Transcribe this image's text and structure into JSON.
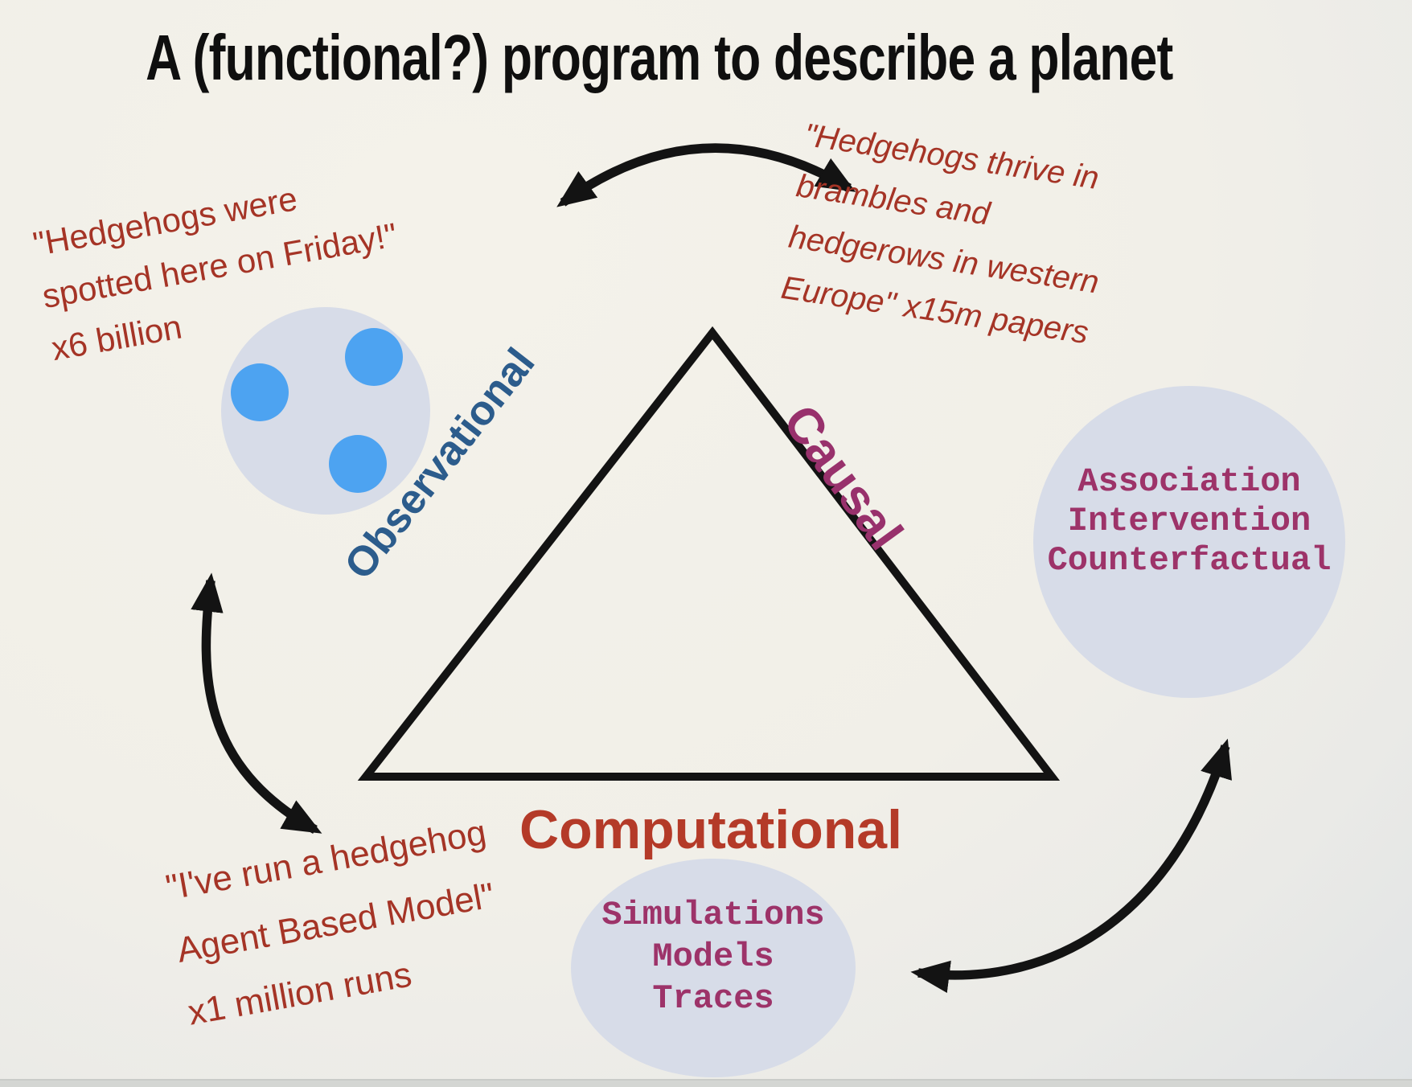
{
  "slide": {
    "title": "A (functional?) program to describe a planet"
  },
  "triangle": {
    "left_label": "Observational",
    "right_label": "Causal",
    "bottom_label": "Computational"
  },
  "quotes": {
    "observational": {
      "lines": [
        "\"Hedgehogs were",
        "spotted here on Friday!\"",
        "x6 billion"
      ]
    },
    "causal": {
      "lines": [
        "\"Hedgehogs thrive in",
        "brambles and",
        "hedgerows in western",
        "Europe\" x15m papers"
      ]
    },
    "computational": {
      "lines": [
        "\"I've run a hedgehog",
        "Agent Based Model\"",
        "x1 million runs"
      ]
    }
  },
  "circles": {
    "causal_ladder": {
      "lines": [
        "Association",
        "Intervention",
        "Counterfactual"
      ]
    },
    "computational_outputs": {
      "lines": [
        "Simulations",
        "Models",
        "Traces"
      ]
    },
    "observational_data": {
      "dot_count": 3
    }
  },
  "colors": {
    "quote_red": "#a53426",
    "computational_red": "#b43a28",
    "observational_blue": "#2c5c8c",
    "causal_magenta": "#98316c",
    "mono_magenta": "#9d3369",
    "circle_fill": "#d7dce8",
    "dot_blue": "#4da3f1",
    "ink_black": "#131313"
  }
}
